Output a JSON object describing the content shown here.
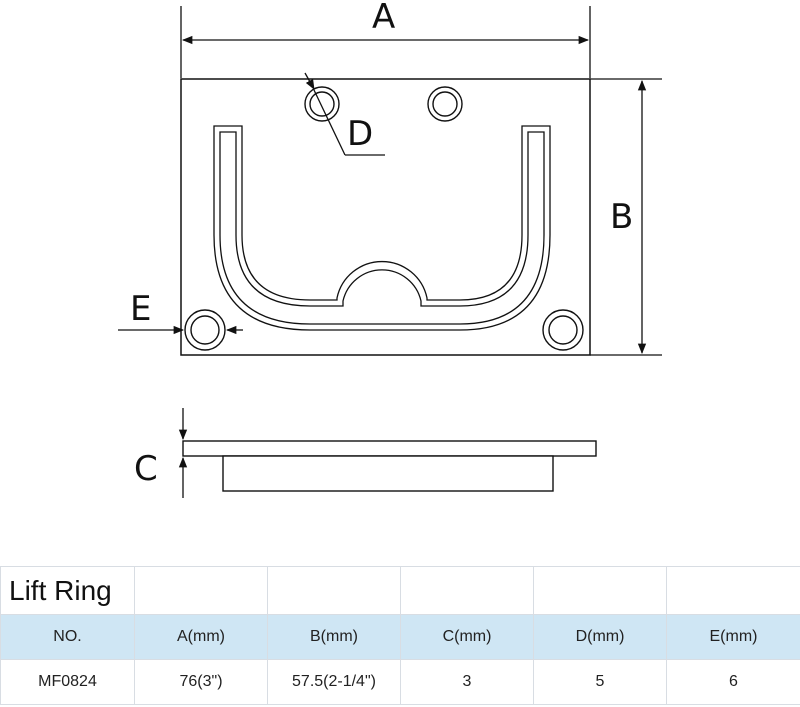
{
  "drawing": {
    "labels": {
      "a": "A",
      "b": "B",
      "c": "C",
      "d": "D",
      "e": "E"
    }
  },
  "table": {
    "title": "Lift Ring",
    "headers": [
      "NO.",
      "A(mm)",
      "B(mm)",
      "C(mm)",
      "D(mm)",
      "E(mm)"
    ],
    "rows": [
      [
        "MF0824",
        "76(3\")",
        "57.5(2-1/4\")",
        "3",
        "5",
        "6"
      ]
    ]
  }
}
